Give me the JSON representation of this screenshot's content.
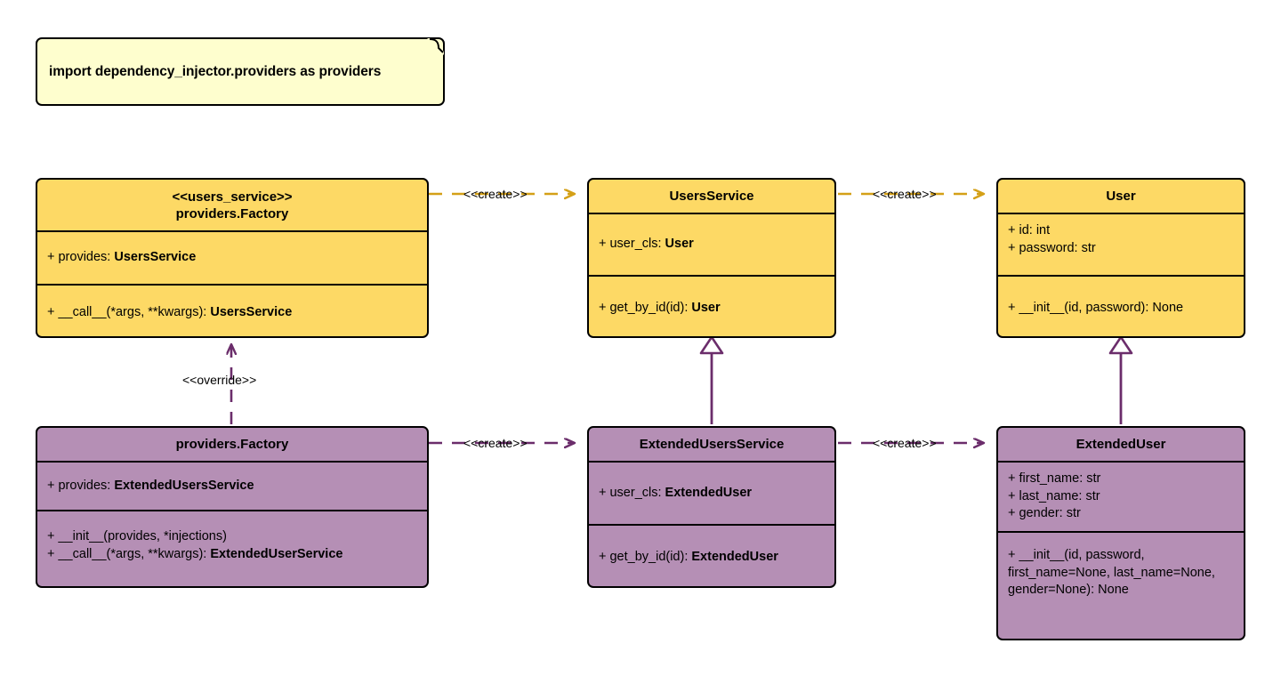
{
  "diagram": {
    "title": "Dependency Injector providers UML class diagram",
    "background": "#ffffff",
    "colors": {
      "yellow_fill": "#FDD965",
      "purple_fill": "#B58FB5",
      "note_fill": "#FEFECE",
      "yellow_edge": "#D4A017",
      "purple_edge": "#6B2D6B",
      "border": "#000000"
    }
  },
  "note": {
    "text": "import dependency_injector.providers as providers"
  },
  "classes": {
    "users_service_factory": {
      "stereotype": "<<users_service>>",
      "name": "providers.Factory",
      "attributes": [
        {
          "prefix": "+ provides: ",
          "emphasis": "UsersService"
        }
      ],
      "methods": [
        {
          "prefix": "+ __call__(*args, **kwargs): ",
          "emphasis": "UsersService"
        }
      ]
    },
    "users_service": {
      "stereotype": "",
      "name": "UsersService",
      "attributes": [
        {
          "prefix": "+ user_cls: ",
          "emphasis": "User"
        }
      ],
      "methods": [
        {
          "prefix": "+ get_by_id(id): ",
          "emphasis": "User"
        }
      ]
    },
    "user": {
      "stereotype": "",
      "name": "User",
      "attributes": [
        {
          "prefix": "+ id: int",
          "emphasis": ""
        },
        {
          "prefix": "+ password: str",
          "emphasis": ""
        }
      ],
      "methods": [
        {
          "prefix": "+ __init__(id, password): None",
          "emphasis": ""
        }
      ]
    },
    "extended_factory": {
      "stereotype": "",
      "name": "providers.Factory",
      "attributes": [
        {
          "prefix": "+ provides: ",
          "emphasis": "ExtendedUsersService"
        }
      ],
      "methods": [
        {
          "prefix": "+ __init__(provides, *injections)",
          "emphasis": ""
        },
        {
          "prefix": "+ __call__(*args, **kwargs): ",
          "emphasis": "ExtendedUserService"
        }
      ]
    },
    "extended_users_service": {
      "stereotype": "",
      "name": "ExtendedUsersService",
      "attributes": [
        {
          "prefix": "+ user_cls: ",
          "emphasis": "ExtendedUser"
        }
      ],
      "methods": [
        {
          "prefix": "+ get_by_id(id): ",
          "emphasis": "ExtendedUser"
        }
      ]
    },
    "extended_user": {
      "stereotype": "",
      "name": "ExtendedUser",
      "attributes": [
        {
          "prefix": "+ first_name: str",
          "emphasis": ""
        },
        {
          "prefix": "+ last_name: str",
          "emphasis": ""
        },
        {
          "prefix": "+ gender: str",
          "emphasis": ""
        }
      ],
      "methods": [
        {
          "prefix": "+ __init__(id, password, first_name=None, last_name=None, gender=None): None",
          "emphasis": ""
        }
      ]
    }
  },
  "edges": {
    "create_top_left": {
      "label": "<<create>>",
      "style": "dashed",
      "arrow": "open",
      "color": "#D4A017"
    },
    "create_top_right": {
      "label": "<<create>>",
      "style": "dashed",
      "arrow": "open",
      "color": "#D4A017"
    },
    "create_bottom_left": {
      "label": "<<create>>",
      "style": "dashed",
      "arrow": "open",
      "color": "#6B2D6B"
    },
    "create_bottom_right": {
      "label": "<<create>>",
      "style": "dashed",
      "arrow": "open",
      "color": "#6B2D6B"
    },
    "override": {
      "label": "<<override>>",
      "style": "dashed",
      "arrow": "open",
      "color": "#6B2D6B"
    },
    "inherit_service": {
      "label": "",
      "style": "solid",
      "arrow": "hollow-triangle",
      "color": "#6B2D6B"
    },
    "inherit_user": {
      "label": "",
      "style": "solid",
      "arrow": "hollow-triangle",
      "color": "#6B2D6B"
    }
  }
}
